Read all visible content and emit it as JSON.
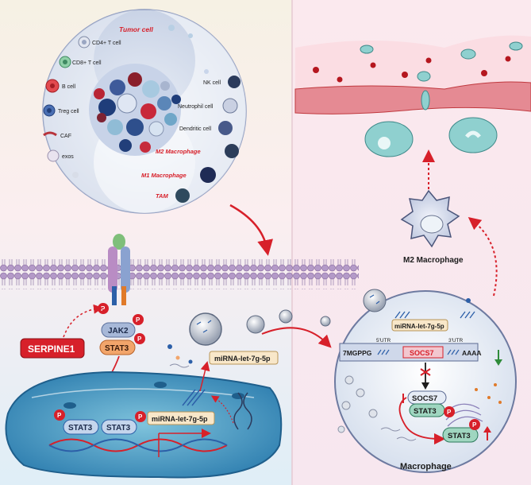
{
  "tme": {
    "tumor_cell": "Tumor cell",
    "cd4": "CD4+ T cell",
    "cd8": "CD8+ T cell",
    "bcell": "B cell",
    "treg": "Treg cell",
    "caf": "CAF",
    "exos": "exos",
    "nk": "NK cell",
    "neutrophil": "Neutrophil cell",
    "dendritic": "Dendritic cell",
    "m2": "M2 Macrophage",
    "m1": "M1 Macrophage",
    "tam": "TAM"
  },
  "signaling": {
    "serpine1": "SERPINE1",
    "jak2": "JAK2",
    "stat3": "STAT3",
    "p": "P",
    "mirna": "miRNA-let-7g-5p"
  },
  "macrophage": {
    "mirna": "miRNA-let-7g-5p",
    "cap": "7MGPPG",
    "utr5": "5'UTR",
    "utr3": "3'UTR",
    "gene": "SOCS7",
    "polyA": "AAAA",
    "socs7": "SOCS7",
    "stat3": "STAT3",
    "label": "Macrophage"
  },
  "m2_label": "M2 Macrophage",
  "colors": {
    "red": "#d7202a",
    "dark_red": "#b5171f",
    "blue": "#2c5fa8",
    "membrane": "#8a5fa8"
  }
}
